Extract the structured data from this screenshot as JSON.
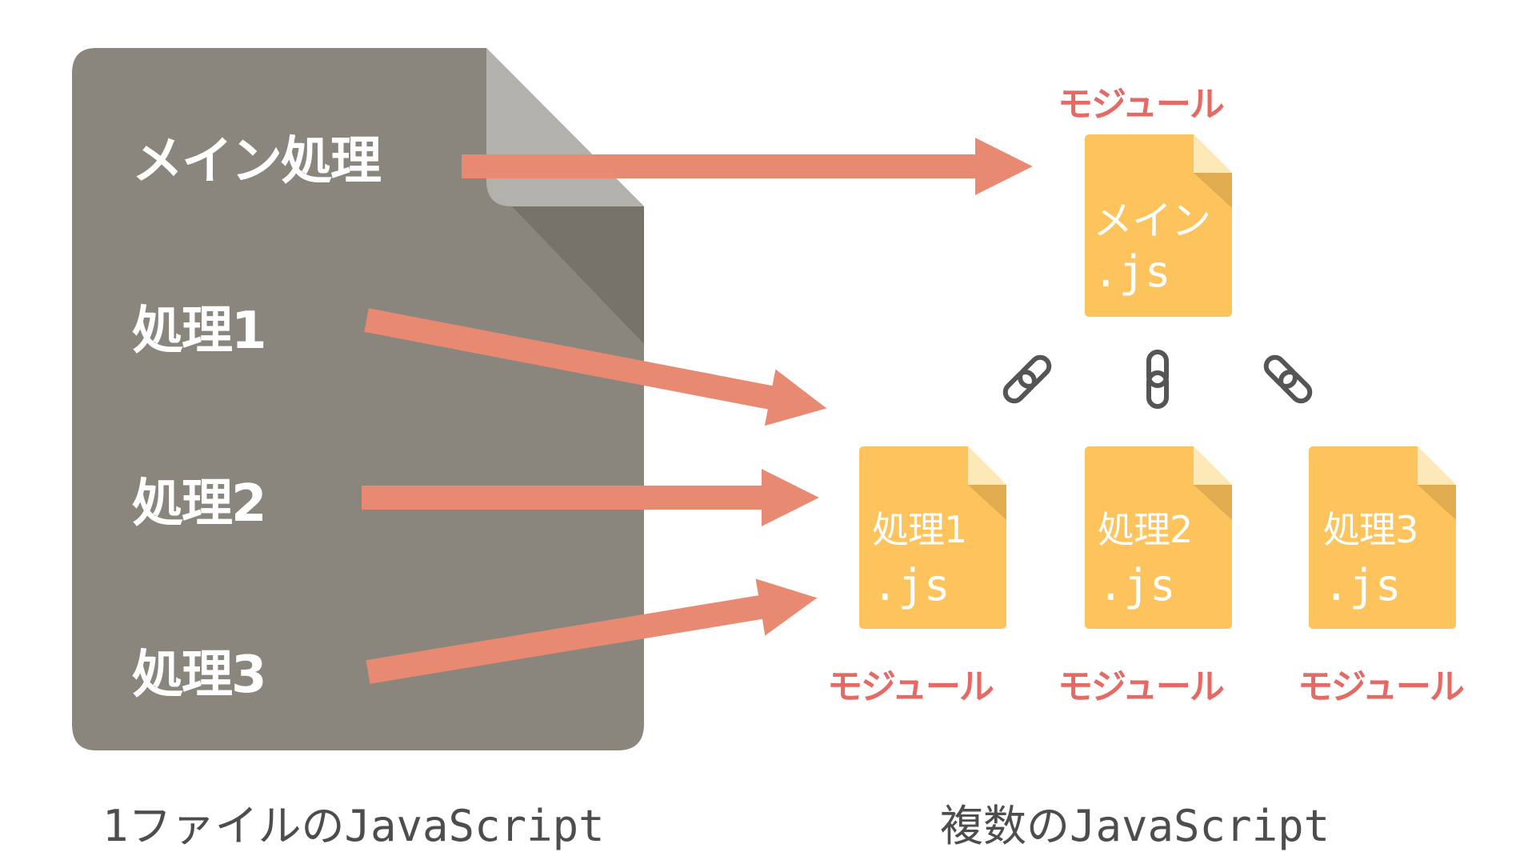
{
  "source_file": {
    "items": [
      "メイン処理",
      "処理1",
      "処理2",
      "処理3"
    ],
    "caption": "1ファイルのJavaScript"
  },
  "modules": [
    {
      "name": "メイン",
      "ext": ".js",
      "tag": "モジュール"
    },
    {
      "name": "処理1",
      "ext": ".js",
      "tag": "モジュール"
    },
    {
      "name": "処理2",
      "ext": ".js",
      "tag": "モジュール"
    },
    {
      "name": "処理3",
      "ext": ".js",
      "tag": "モジュール"
    }
  ],
  "modules_caption": "複数のJavaScript",
  "link_icon": "link-chain-icon",
  "colors": {
    "big_file": "#8a867d",
    "big_file_fold": "#b3b1ab",
    "big_file_shadow": "#77736b",
    "arrow": "#e88a72",
    "module_file": "#fdc35c",
    "module_fold": "#fde8b7",
    "module_shadow": "#e1ac50",
    "module_label": "#e46a66",
    "link_icon": "#555555",
    "caption": "#4d4d4d"
  }
}
